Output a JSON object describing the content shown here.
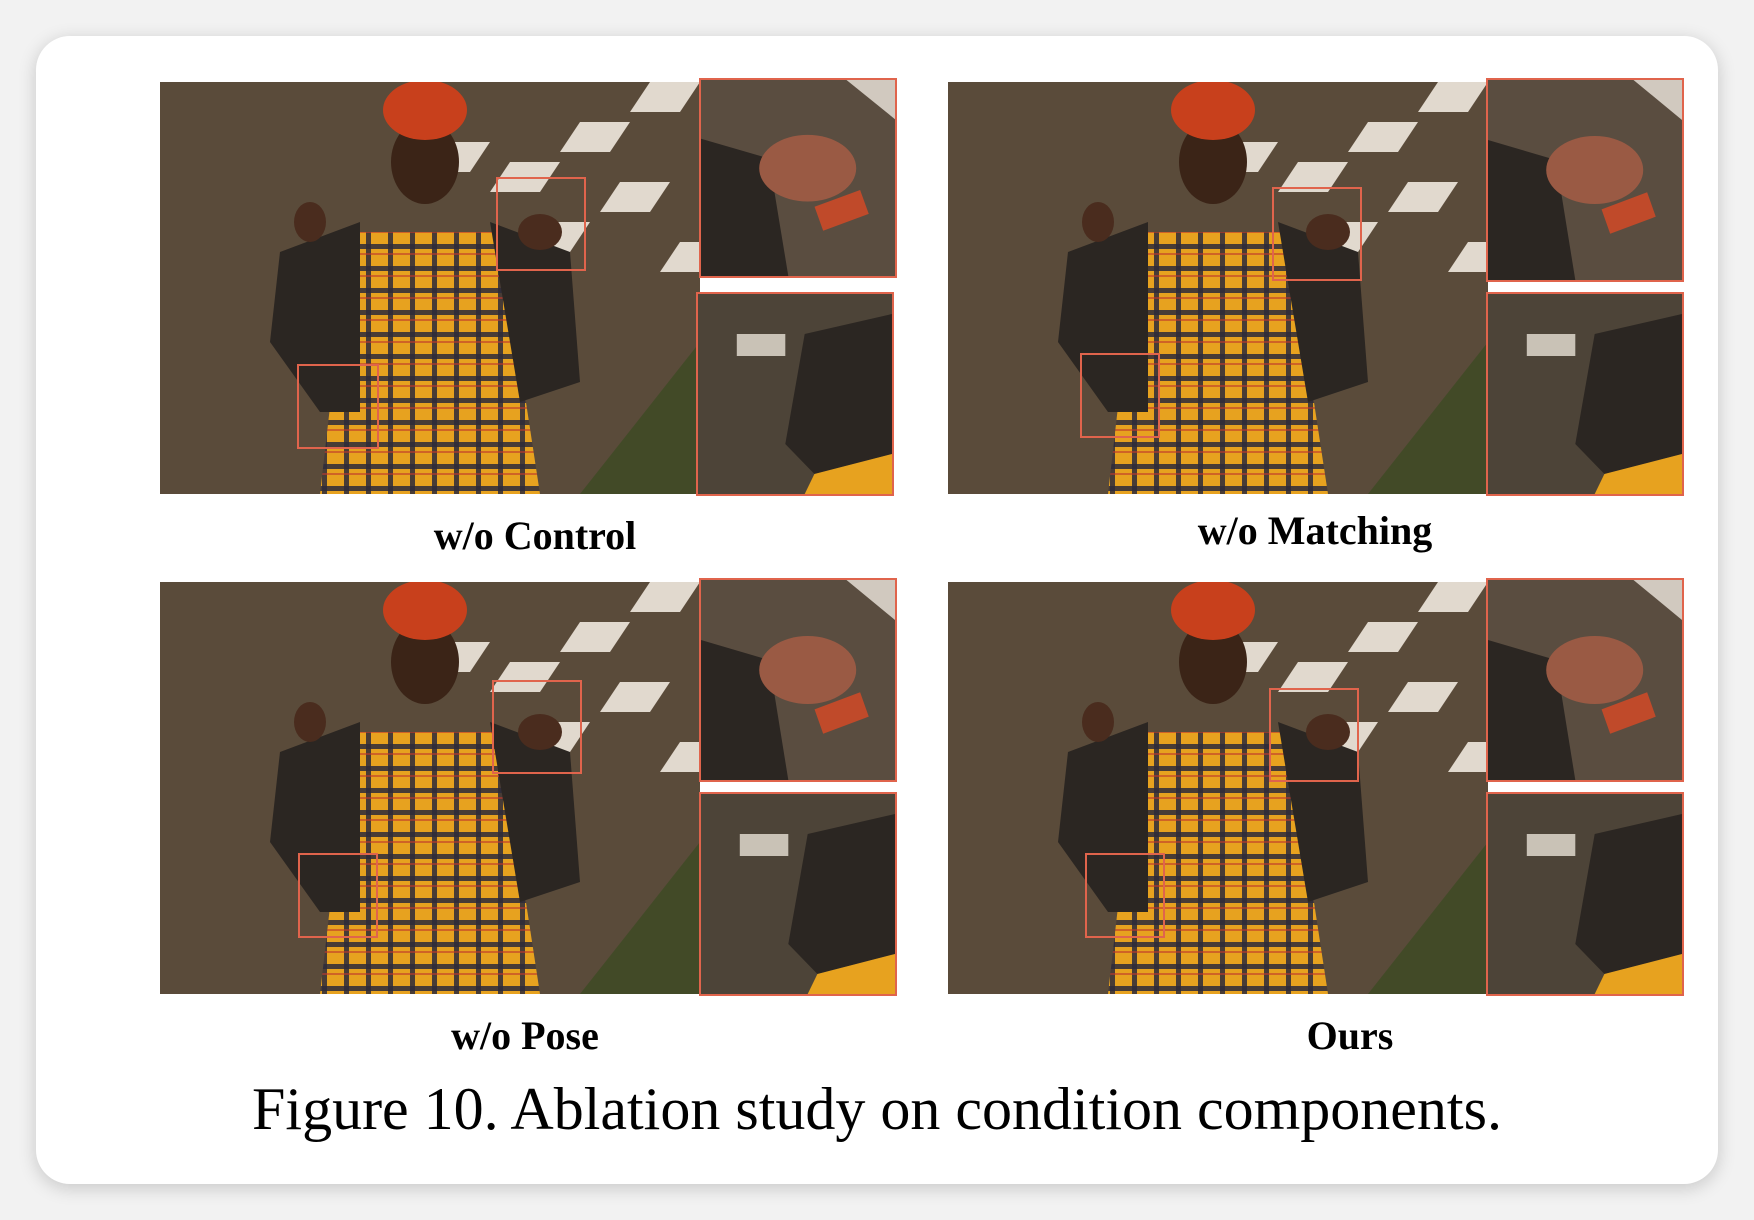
{
  "figure": {
    "caption": "Figure 10. Ablation study on condition components.",
    "panels": [
      {
        "label": "w/o Control"
      },
      {
        "label": "w/o Matching"
      },
      {
        "label": "w/o Pose"
      },
      {
        "label": "Ours"
      }
    ]
  },
  "colors": {
    "highlight_box": "#e0644c",
    "background_wall": "#5a4b3a",
    "shirt_yellow": "#e7a21f",
    "jacket": "#2b2622",
    "headwrap": "#c8401c"
  },
  "icons": {
    "photo": "photo-image",
    "zoom": "zoom-inset"
  }
}
